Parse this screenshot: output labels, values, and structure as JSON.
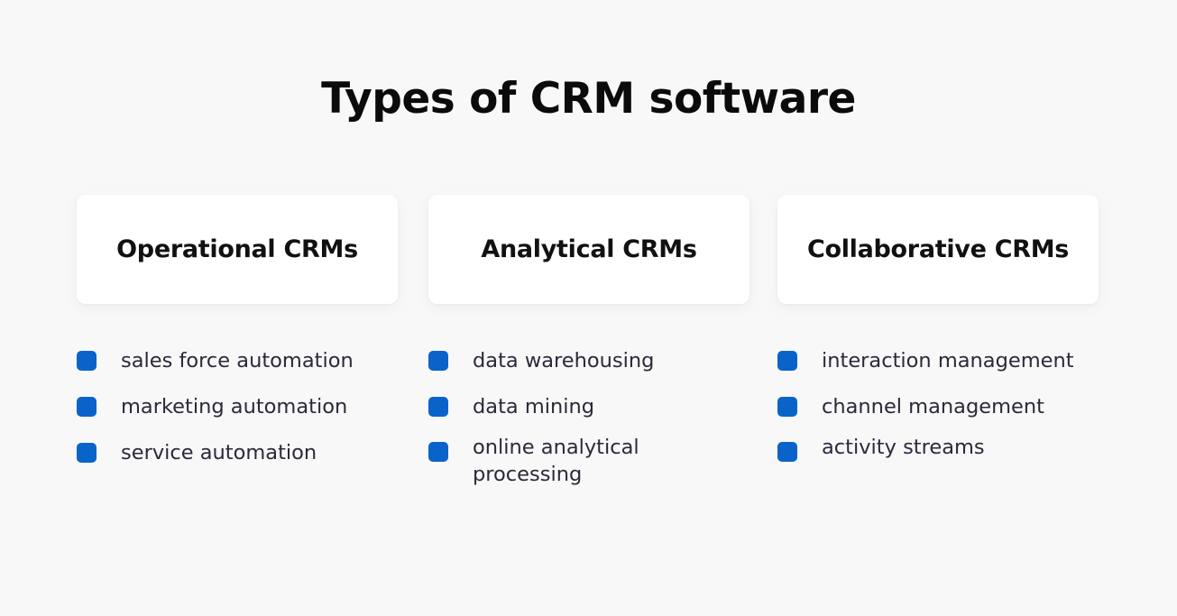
{
  "title": "Types of CRM software",
  "colors": {
    "background": "#f8f8f9",
    "card": "#ffffff",
    "bullet": "#0a63c9",
    "title_text": "#0b0b0b",
    "item_text": "#2a2a3a"
  },
  "columns": [
    {
      "heading": "Operational CRMs",
      "items": [
        "sales force automation",
        "marketing automation",
        "service automation"
      ]
    },
    {
      "heading": "Analytical CRMs",
      "items": [
        "data warehousing",
        "data mining",
        "online analytical processing"
      ]
    },
    {
      "heading": "Collaborative CRMs",
      "items": [
        "interaction management",
        "channel management",
        "activity streams"
      ]
    }
  ]
}
